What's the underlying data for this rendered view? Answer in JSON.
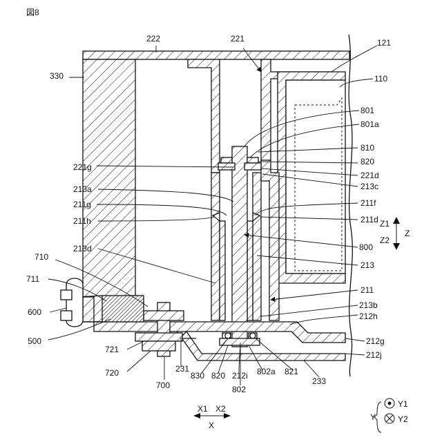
{
  "figure": {
    "title": "図8"
  },
  "labels": {
    "l222": "222",
    "l221": "221",
    "l121": "121",
    "l330": "330",
    "l110": "110",
    "l801": "801",
    "l801a": "801a",
    "l810": "810",
    "l820r": "820",
    "l221d": "221d",
    "l221g": "221g",
    "l213c": "213c",
    "l213a": "213a",
    "l211g": "211g",
    "l211f": "211f",
    "l211d": "211d",
    "l211h": "211h",
    "l800": "800",
    "l213d": "213d",
    "l213": "213",
    "l710": "710",
    "l711": "711",
    "l211": "211",
    "l213b": "213b",
    "l600": "600",
    "l212h": "212h",
    "l500": "500",
    "l212g": "212g",
    "l721": "721",
    "l212j": "212j",
    "l720": "720",
    "l231": "231",
    "l830": "830",
    "l820b": "820",
    "l212i": "212i",
    "l802a": "802a",
    "l821": "821",
    "l233": "233",
    "l700": "700",
    "l802": "802"
  },
  "axes": {
    "z1": "Z1",
    "z": "Z",
    "z2": "Z2",
    "x1": "X1",
    "x2": "X2",
    "x": "X",
    "y": "Y",
    "y1": "Y1",
    "y2": "Y2"
  }
}
